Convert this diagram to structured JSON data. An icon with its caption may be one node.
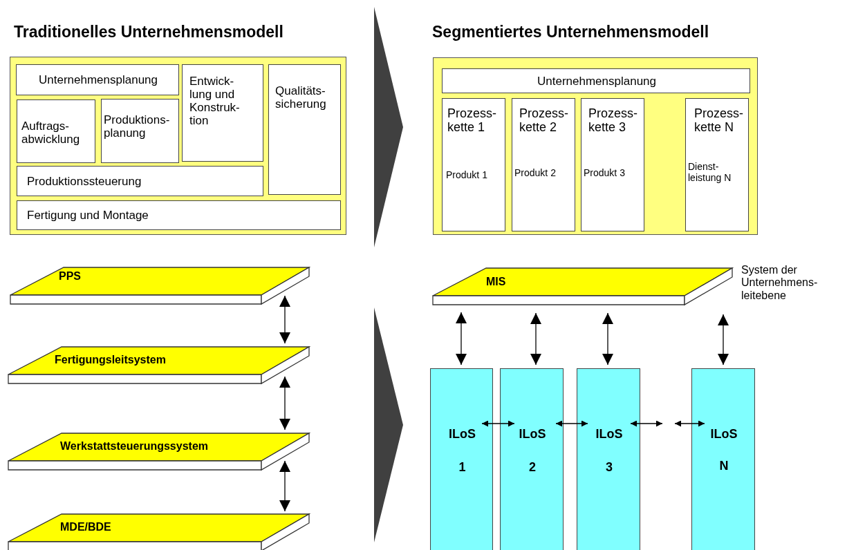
{
  "diagram": {
    "nodes": [
      {
        "text": [],
        "shape": "box"
      },
      {
        "text": [
          "Unternehmensplanung"
        ],
        "in": 0
      },
      {
        "text": [
          "Auftrags- abwicklung"
        ],
        "in": 0
      },
      {
        "text": [
          "Produktions- planung"
        ],
        "in": 0
      },
      {
        "text": [
          "Entwick- lung und Konstruk- tion"
        ],
        "in": 0
      },
      {
        "text": [
          "Qualitäts- sicherung"
        ],
        "in": 0
      },
      {
        "text": [
          "Produktionssteuerung"
        ],
        "in": 0
      },
      {
        "text": [
          "Fertigung und Montage"
        ],
        "in": 0
      },
      {
        "text": [],
        "shape": "box"
      },
      {
        "text": [
          "Unternehmensplanung"
        ],
        "in": 8
      },
      {
        "text": [
          "Prozess- kette 1",
          "Produkt 1"
        ],
        "in": 8
      },
      {
        "text": [
          "Prozess- kette 2",
          "Produkt 2"
        ],
        "in": 8
      },
      {
        "text": [
          "Prozess- kette 3",
          "Produkt 3"
        ],
        "in": 8
      },
      {
        "text": [
          "Prozess- kette N",
          "Dienst- leistung N"
        ],
        "in": 8
      },
      {
        "text": [
          "PPS"
        ]
      },
      {
        "text": [
          "Fertigungsleitsystem"
        ]
      },
      {
        "text": [
          "Werkstattsteuerungssystem"
        ]
      },
      {
        "text": [
          "MDE/BDE"
        ]
      },
      {
        "text": [
          "MIS"
        ],
        "beside": [
          "System der Unternehmens- leitebene"
        ]
      },
      {
        "text": [
          "ILoS",
          "1"
        ]
      },
      {
        "text": [
          "ILoS",
          "2"
        ]
      },
      {
        "text": [
          "ILoS",
          "3"
        ]
      },
      {
        "text": [
          "ILoS",
          "N"
        ]
      },
      {
        "text": [],
        "shape": "chevron"
      },
      {
        "text": [],
        "shape": "chevron"
      }
    ],
    "edges": [
      {
        "from": 14,
        "to": 15,
        "arrow": "both"
      },
      {
        "from": 15,
        "to": 16,
        "arrow": "both"
      },
      {
        "from": 16,
        "to": 17,
        "arrow": "both"
      },
      {
        "from": 18,
        "to": 19,
        "arrow": "both"
      },
      {
        "from": 18,
        "to": 20,
        "arrow": "both"
      },
      {
        "from": 18,
        "to": 21,
        "arrow": "both"
      },
      {
        "from": 18,
        "to": 22,
        "arrow": "both"
      },
      {
        "from": 19,
        "to": 20,
        "arrow": "both"
      },
      {
        "from": 20,
        "to": 21,
        "arrow": "both"
      },
      {
        "from": 21,
        "to": null,
        "arrow": "both"
      },
      {
        "from": null,
        "to": 22,
        "arrow": "both"
      }
    ],
    "labels": [
      "Traditionelles Unternehmensmodell",
      "Segmentiertes Unternehmensmodell"
    ]
  }
}
